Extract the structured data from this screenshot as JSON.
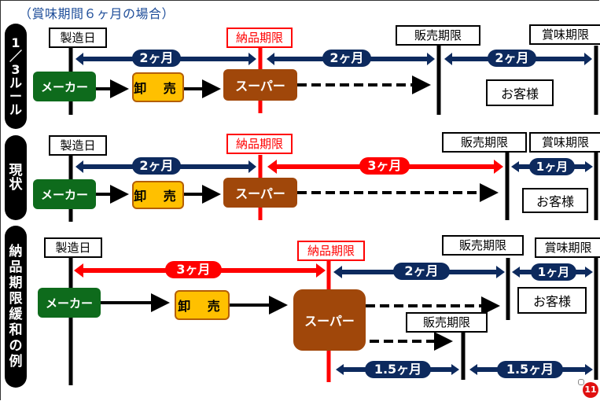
{
  "title": "（賞味期間６ヶ月の場合）",
  "colors": {
    "navy": "#0d2a5e",
    "red": "#ff0000",
    "maker_green": "#0e6b1c",
    "wholesaler_yellow": "#ffc000",
    "super_brown": "#a0470a"
  },
  "sections": [
    {
      "side_label": [
        "1",
        "／",
        "3",
        "ル",
        "ー",
        "ル"
      ],
      "milestones": {
        "manufacture": "製造日",
        "delivery": "納品期限",
        "sales": "販売期限",
        "best_before": "賞味期限"
      },
      "spans": [
        "2ヶ月",
        "2ヶ月",
        "2ヶ月"
      ],
      "actors": {
        "maker": "メーカー",
        "wholesaler": "卸 売",
        "supermarket": "スーパー",
        "customer": "お客様"
      }
    },
    {
      "side_label": [
        "現",
        "状"
      ],
      "milestones": {
        "manufacture": "製造日",
        "delivery": "納品期限",
        "sales": "販売期限",
        "best_before": "賞味期限"
      },
      "spans": [
        "2ヶ月",
        "3ヶ月",
        "1ヶ月"
      ],
      "actors": {
        "maker": "メーカー",
        "wholesaler": "卸 売",
        "supermarket": "スーパー",
        "customer": "お客様"
      }
    },
    {
      "side_label": [
        "納",
        "品",
        "期",
        "限",
        "緩",
        "和",
        "の",
        "例"
      ],
      "milestones": {
        "manufacture": "製造日",
        "delivery": "納品期限",
        "sales": "販売期限",
        "sales_alt": "販売期限",
        "best_before": "賞味期限"
      },
      "spans": [
        "3ヶ月",
        "2ヶ月",
        "1ヶ月",
        "1.5ヶ月",
        "1.5ヶ月"
      ],
      "actors": {
        "maker": "メーカー",
        "wholesaler": "卸 売",
        "supermarket": "スーパー",
        "customer": "お客様"
      }
    }
  ],
  "page_number": "11"
}
